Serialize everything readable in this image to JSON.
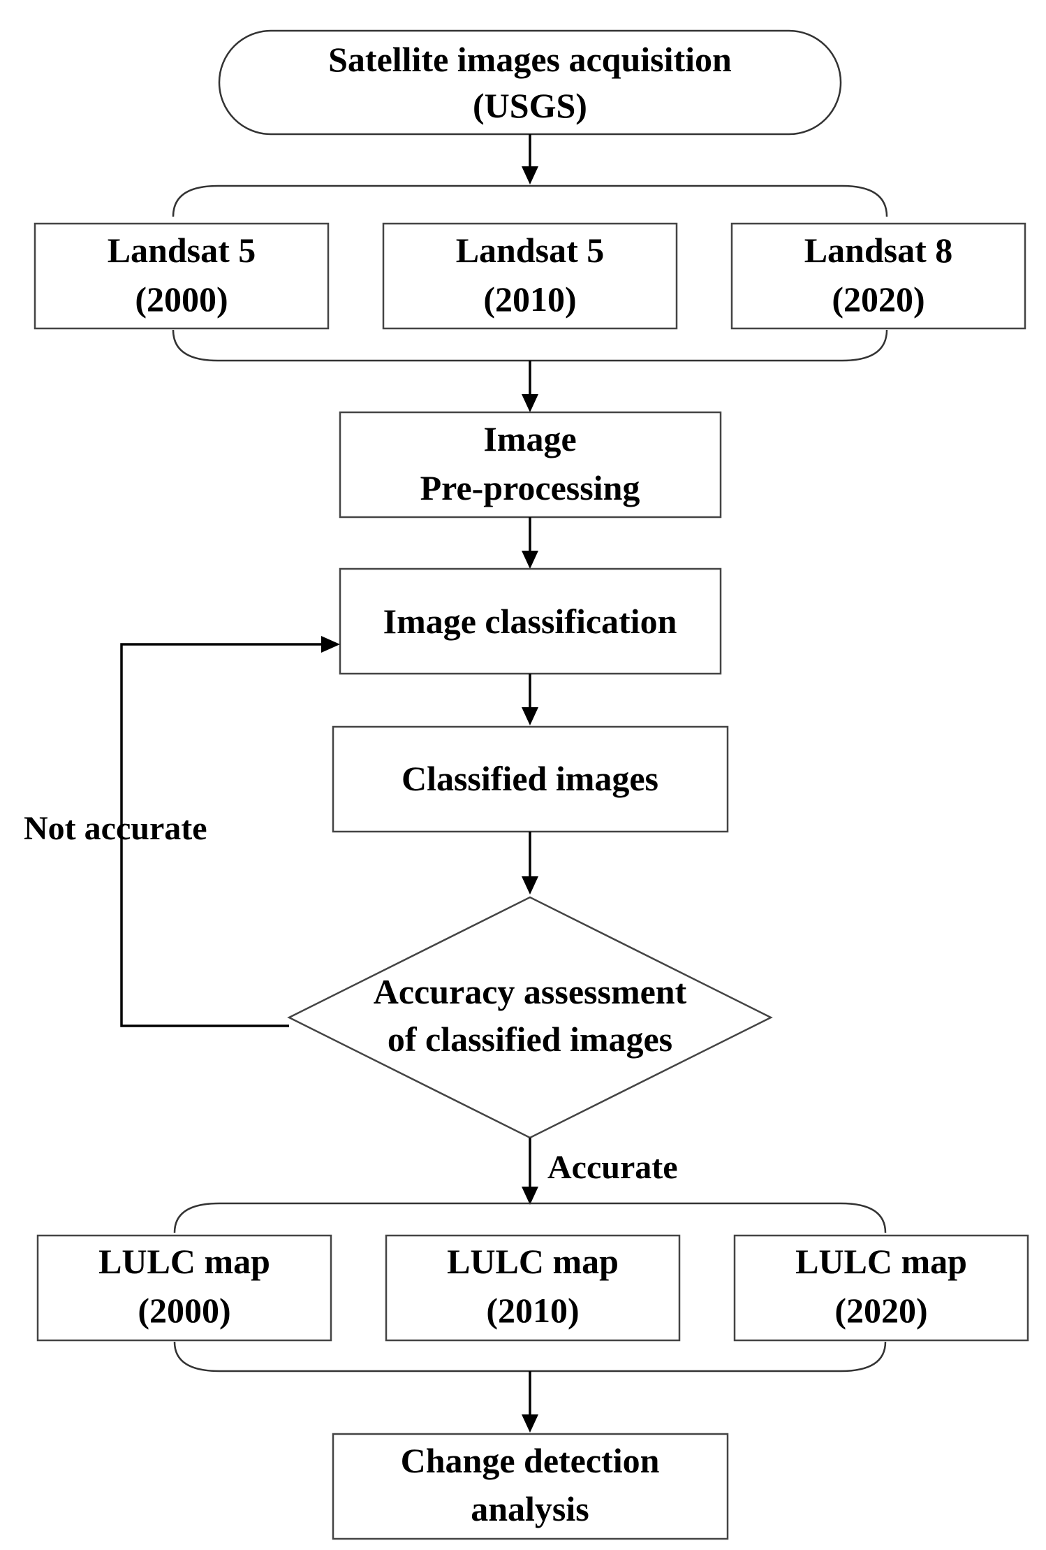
{
  "nodes": {
    "acquisition": [
      "Satellite images acquisition",
      "(USGS)"
    ],
    "landsat_2000": [
      "Landsat 5",
      "(2000)"
    ],
    "landsat_2010": [
      "Landsat 5",
      "(2010)"
    ],
    "landsat_2020": [
      "Landsat 8",
      "(2020)"
    ],
    "preprocessing": [
      "Image",
      "Pre-processing"
    ],
    "classification": [
      "Image classification"
    ],
    "classified": [
      "Classified images"
    ],
    "assessment": [
      "Accuracy assessment",
      "of classified images"
    ],
    "lulc_2000": [
      "LULC map",
      "(2000)"
    ],
    "lulc_2010": [
      "LULC map",
      "(2010)"
    ],
    "lulc_2020": [
      "LULC map",
      "(2020)"
    ],
    "change_detection": [
      "Change detection",
      "analysis"
    ]
  },
  "edges": {
    "not_accurate": "Not accurate",
    "accurate": "Accurate"
  }
}
